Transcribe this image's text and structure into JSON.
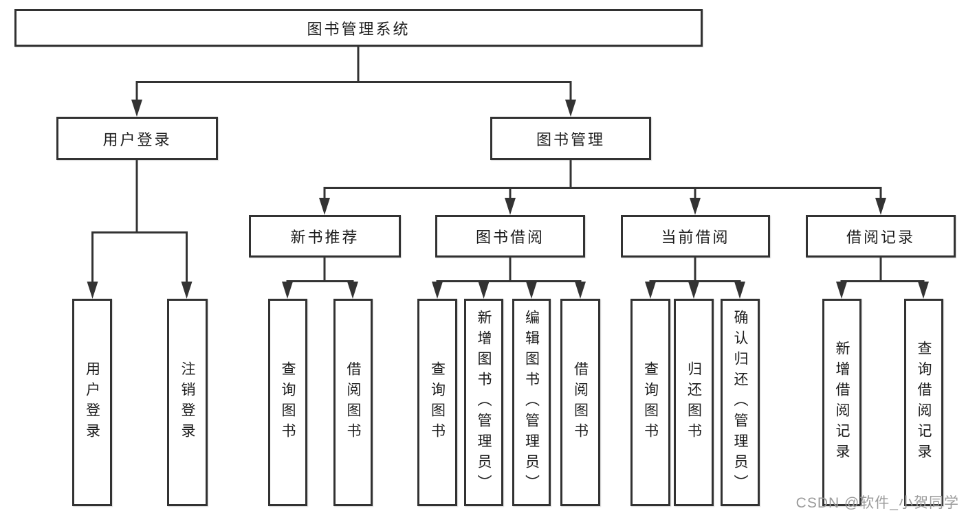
{
  "diagram": {
    "root": {
      "label": "图书管理系统"
    },
    "branches": [
      {
        "label": "用户登录",
        "children": [
          {
            "label": "用户登录"
          },
          {
            "label": "注销登录"
          }
        ]
      },
      {
        "label": "图书管理",
        "children": [
          {
            "label": "新书推荐",
            "children": [
              {
                "label": "查询图书"
              },
              {
                "label": "借阅图书"
              }
            ]
          },
          {
            "label": "图书借阅",
            "children": [
              {
                "label": "查询图书"
              },
              {
                "label": "新增图书（管理员）"
              },
              {
                "label": "编辑图书（管理员）"
              },
              {
                "label": "借阅图书"
              }
            ]
          },
          {
            "label": "当前借阅",
            "children": [
              {
                "label": "查询图书"
              },
              {
                "label": "归还图书"
              },
              {
                "label": "确认归还（管理员）"
              }
            ]
          },
          {
            "label": "借阅记录",
            "children": [
              {
                "label": "新增借阅记录"
              },
              {
                "label": "查询借阅记录"
              }
            ]
          }
        ]
      }
    ]
  },
  "watermark": {
    "text": "CSDN @软件_小贺同学"
  },
  "colors": {
    "line": "#333333",
    "border": "#323232",
    "text": "#1c1c1c",
    "watermark": "#9b9b9b",
    "background": "#ffffff"
  }
}
